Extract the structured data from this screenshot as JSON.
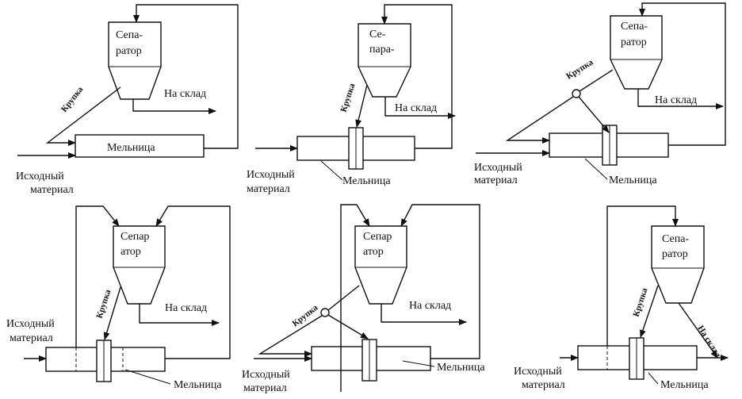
{
  "labels": {
    "separator_one_line": "Сепаратор",
    "separator_part1": "Сепа-",
    "separator_part2": "ратор",
    "separator_alt1": "Се-",
    "separator_alt2": "пара-",
    "separator_split1": "Сепар",
    "separator_split2": "атор",
    "mill": "Мельница",
    "storage": "На склад",
    "coarse": "Крупка",
    "feed_line1": "Исходный",
    "feed_line2": "материал"
  },
  "colors": {
    "ink": "#111111",
    "paper": "#ffffff"
  }
}
